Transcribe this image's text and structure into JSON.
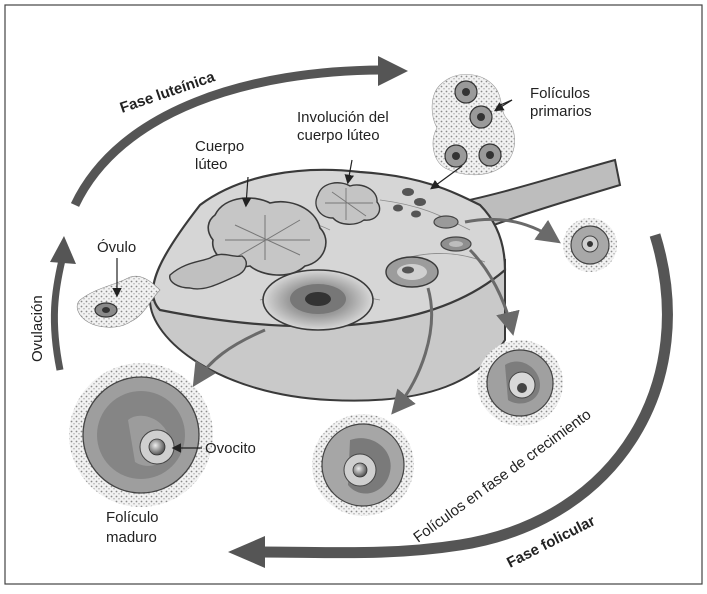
{
  "labels": {
    "fase_luteinica": "Fase luteínica",
    "foliculos_primarios": "Folículos primarios",
    "involucion": "Involución del cuerpo lúteo",
    "cuerpo_luteo": "Cuerpo lúteo",
    "ovulo": "Óvulo",
    "ovulacion": "Ovulación",
    "ovocito": "Ovocito",
    "foliculo_maduro": "Folículo maduro",
    "foliculos_crecimiento": "Folículos en fase de crecimiento",
    "fase_folicular": "Fase folicular"
  },
  "colors": {
    "stroke": "#3a3a3a",
    "ovary_fill": "#c8c8c8",
    "ovary_dark": "#9a9a9a",
    "arrow_dark": "#555555",
    "granular": "#b5b5b5"
  }
}
